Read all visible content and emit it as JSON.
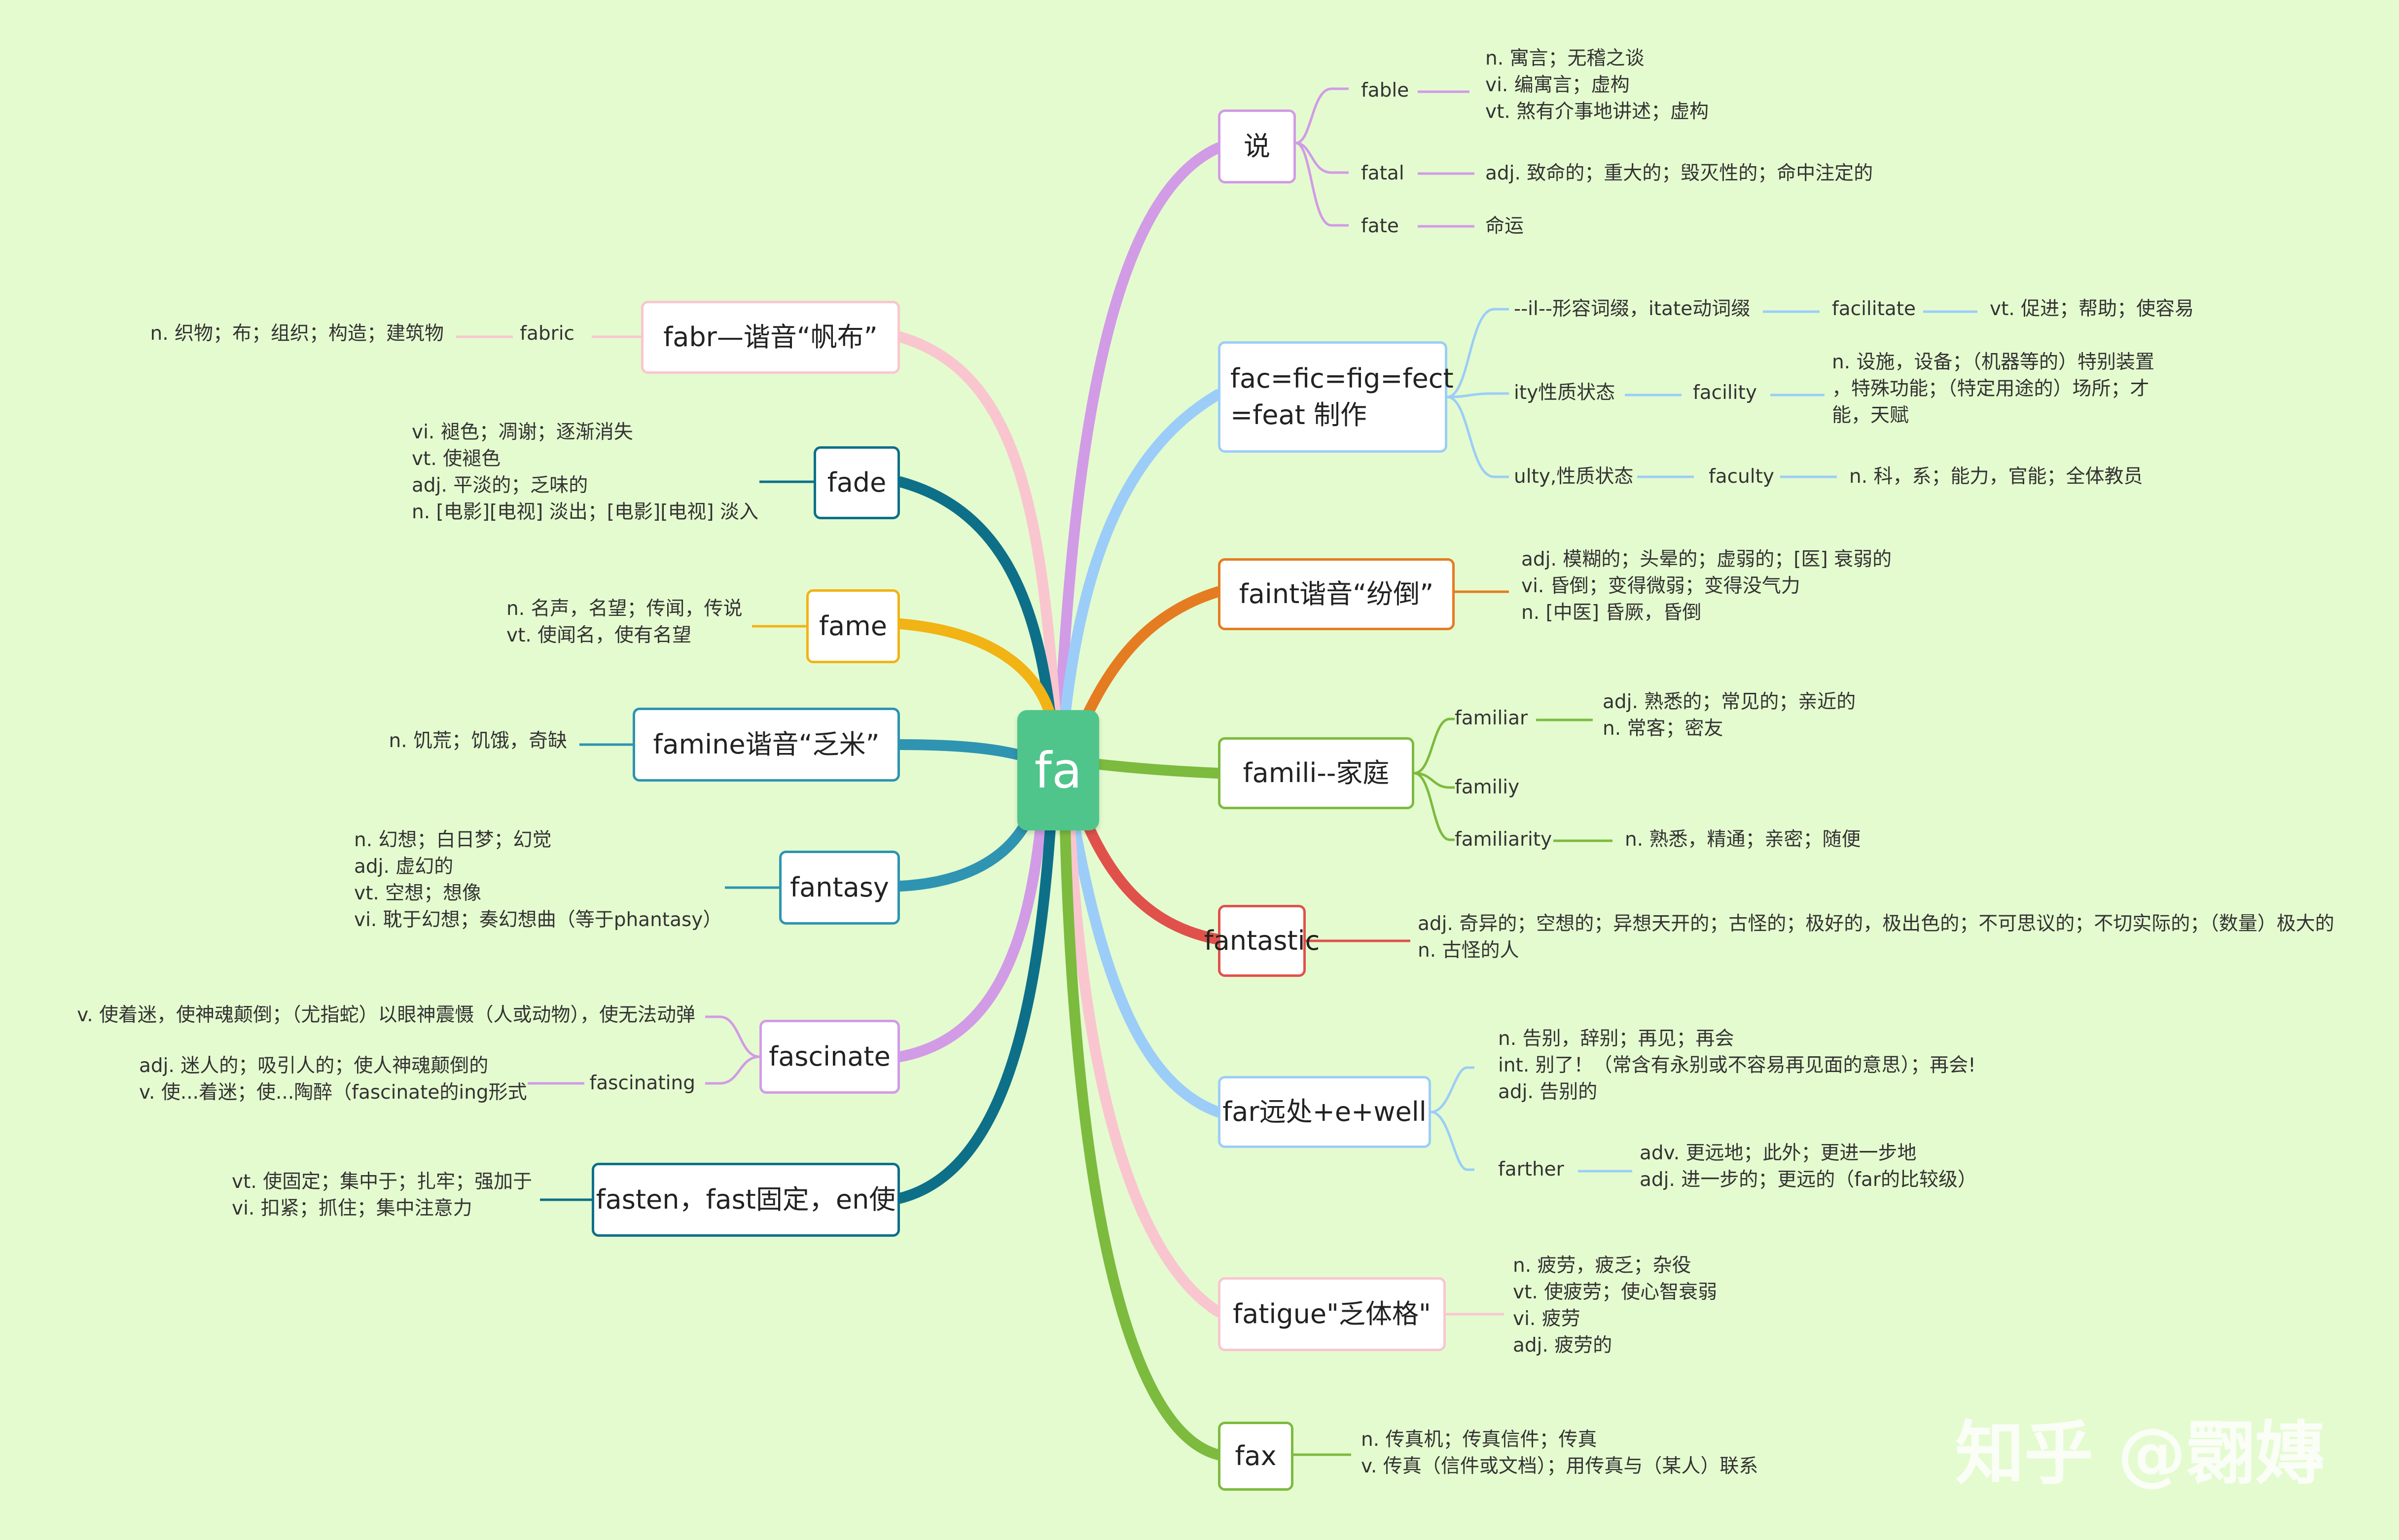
{
  "root": {
    "label": "fa"
  },
  "colors": {
    "background": "#e4fbcf",
    "root": "#4fc58b",
    "say": "#d29be6",
    "fac": "#9ccdf8",
    "faint": "#e57c22",
    "famili": "#7cbb3e",
    "fantastic": "#e0514b",
    "far": "#9ccdf8",
    "fatigue": "#f9c6cf",
    "fax": "#7cbb3e",
    "fabr": "#f9c6cf",
    "fade": "#0d7088",
    "fame": "#f2b314",
    "famine": "#2e94b1",
    "fantasy": "#2e94b1",
    "fascinate": "#d29be6",
    "fasten": "#0d7088"
  },
  "right": {
    "say": {
      "label": "说",
      "children": [
        {
          "word": "fable",
          "defs": [
            "n. 寓言；无稽之谈",
            "vi. 编寓言；虚构",
            "vt. 煞有介事地讲述；虚构"
          ]
        },
        {
          "word": "fatal",
          "defs": [
            "adj. 致命的；重大的；毁灭性的；命中注定的"
          ]
        },
        {
          "word": "fate",
          "defs": [
            "命运"
          ]
        }
      ]
    },
    "fac": {
      "label_lines": [
        "fac=fic=fig=fect",
        "=feat 制作"
      ],
      "children": [
        {
          "suffix": "--il--形容词缀，itate动词缀",
          "word": "facilitate",
          "defs": [
            "vt. 促进；帮助；使容易"
          ]
        },
        {
          "suffix": "ity性质状态",
          "word": "facility",
          "defs": [
            "n. 设施，设备；（机器等的）特别装置",
            "，特殊功能；（特定用途的）场所；才",
            "能，天赋"
          ]
        },
        {
          "suffix": "ulty,性质状态",
          "word": "faculty",
          "defs": [
            "n. 科，系；能力，官能；全体教员"
          ]
        }
      ]
    },
    "faint": {
      "label": "faint谐音“纷倒”",
      "defs": [
        "adj. 模糊的；头晕的；虚弱的；[医] 衰弱的",
        "vi. 昏倒；变得微弱；变得没气力",
        "n. [中医] 昏厥，昏倒"
      ]
    },
    "famili": {
      "label": "famili--家庭",
      "children": [
        {
          "word": "familiar",
          "defs": [
            "adj. 熟悉的；常见的；亲近的",
            "n. 常客；密友"
          ]
        },
        {
          "word": "familiy",
          "defs": []
        },
        {
          "word": "familiarity",
          "defs": [
            "n. 熟悉，精通；亲密；随便"
          ]
        }
      ]
    },
    "fantastic": {
      "label": "fantastic",
      "defs": [
        "adj. 奇异的；空想的；异想天开的；古怪的；极好的，极出色的；不可思议的；不切实际的；（数量）极大的",
        "n. 古怪的人"
      ]
    },
    "far": {
      "label": "far远处+e+well",
      "defs": [
        "n. 告别，辞别；再见；再会",
        "int. 别了！（常含有永别或不容易再见面的意思）；再会!",
        "adj. 告别的"
      ],
      "child": {
        "word": "farther",
        "defs": [
          "adv. 更远地；此外；更进一步地",
          "adj. 进一步的；更远的（far的比较级）"
        ]
      }
    },
    "fatigue": {
      "label": "fatigue\"乏体格\"",
      "defs": [
        "n. 疲劳，疲乏；杂役",
        "vt. 使疲劳；使心智衰弱",
        "vi. 疲劳",
        "adj. 疲劳的"
      ]
    },
    "fax": {
      "label": "fax",
      "defs": [
        "n. 传真机；传真信件；传真",
        "v. 传真（信件或文档）；用传真与（某人）联系"
      ]
    }
  },
  "left": {
    "fabr": {
      "label": "fabr—谐音“帆布”",
      "word": "fabric",
      "defs": [
        "n. 织物；布；组织；构造；建筑物"
      ]
    },
    "fade": {
      "label": "fade",
      "defs": [
        "vi. 褪色；凋谢；逐渐消失",
        "vt. 使褪色",
        "adj. 平淡的；乏味的",
        "n. [电影][电视] 淡出；[电影][电视] 淡入"
      ]
    },
    "fame": {
      "label": "fame",
      "defs": [
        "n. 名声，名望；传闻，传说",
        "vt. 使闻名，使有名望"
      ]
    },
    "famine": {
      "label": "famine谐音“乏米”",
      "defs": [
        "n. 饥荒；饥饿，奇缺"
      ]
    },
    "fantasy": {
      "label": "fantasy",
      "defs": [
        "n. 幻想；白日梦；幻觉",
        "adj. 虚幻的",
        "vt. 空想；想像",
        "vi. 耽于幻想；奏幻想曲（等于phantasy）"
      ]
    },
    "fascinate": {
      "label": "fascinate",
      "defs": [
        "v. 使着迷，使神魂颠倒；（尤指蛇）以眼神震慑（人或动物），使无法动弹"
      ],
      "child": {
        "word": "fascinating",
        "defs": [
          "adj. 迷人的；吸引人的；使人神魂颠倒的",
          "v. 使...着迷；使...陶醉（fascinate的ing形式"
        ]
      }
    },
    "fasten": {
      "label": "fasten，fast固定，en使",
      "defs": [
        "vt. 使固定；集中于；扎牢；强加于",
        "vi. 扣紧；抓住；集中注意力"
      ]
    }
  },
  "watermark": "知乎 @翾嫥"
}
